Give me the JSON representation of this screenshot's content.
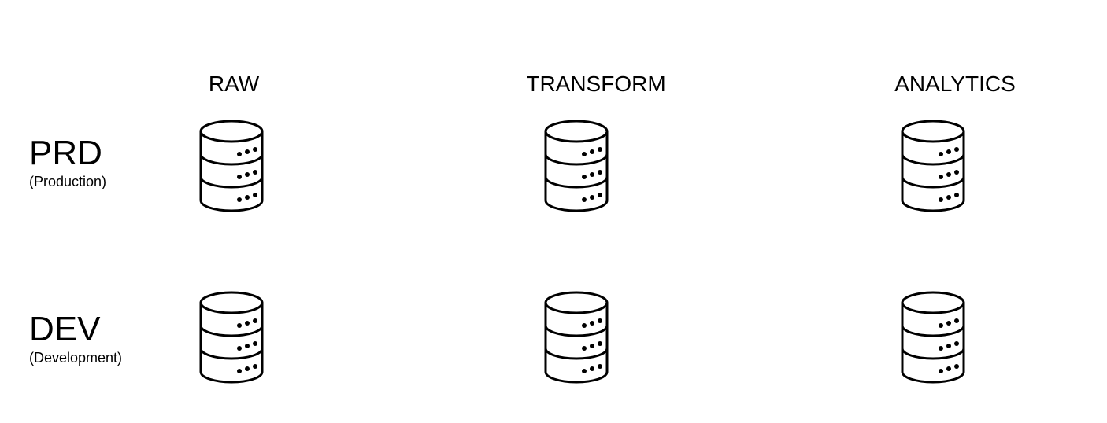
{
  "columns": [
    {
      "label": "RAW"
    },
    {
      "label": "TRANSFORM"
    },
    {
      "label": "ANALYTICS"
    }
  ],
  "rows": [
    {
      "title": "PRD",
      "subtitle": "(Production)"
    },
    {
      "title": "DEV",
      "subtitle": "(Development)"
    }
  ],
  "icons": {
    "database": "database-icon"
  },
  "colors": {
    "stroke": "#000000",
    "background": "#ffffff"
  }
}
